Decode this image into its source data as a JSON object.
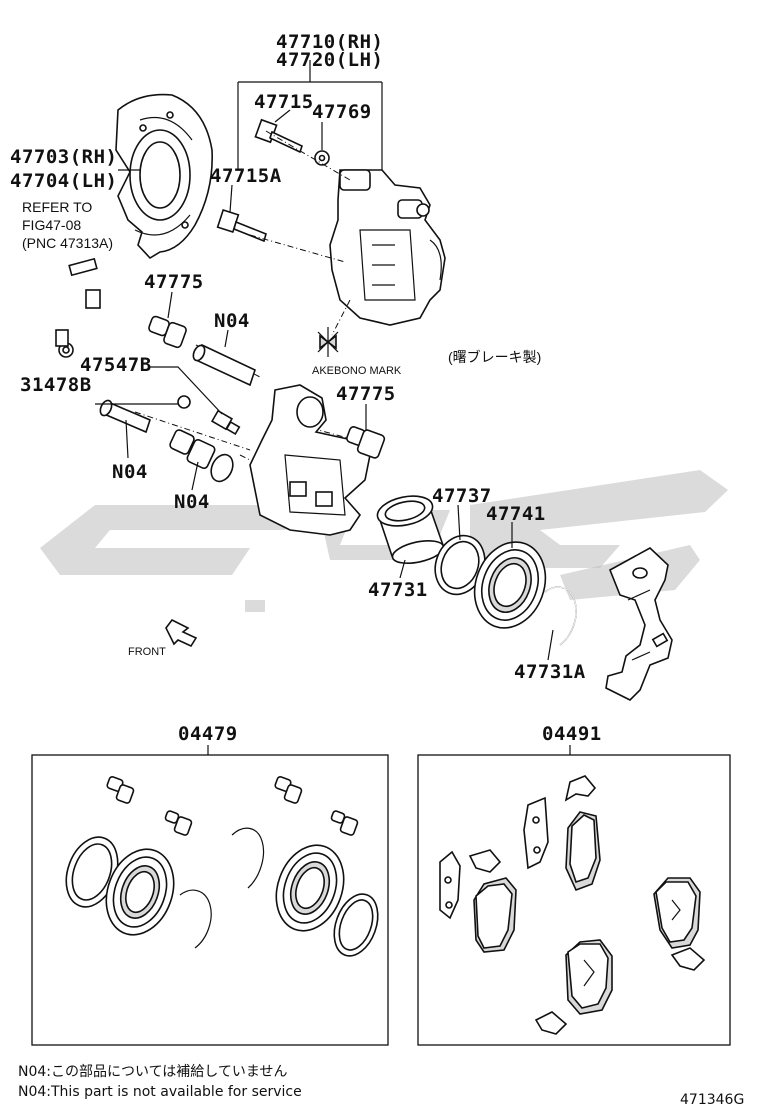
{
  "labels": {
    "p47710": "47710(RH)",
    "p47720": "47720(LH)",
    "p47715": "47715",
    "p47769": "47769",
    "p47703": "47703(RH)",
    "p47704": "47704(LH)",
    "p47715A": "47715A",
    "refer_to": "REFER TO",
    "fig": "FIG47-08",
    "pnc": "(PNC 47313A)",
    "p47775_top": "47775",
    "n04_pin": "N04",
    "p47547B": "47547B",
    "p31478B": "31478B",
    "p47775_mid": "47775",
    "n04_bolt": "N04",
    "n04_boot": "N04",
    "akebono_mark": "AKEBONO MARK",
    "jp_maker": "(曙ブレーキ製)",
    "p47737": "47737",
    "p47741": "47741",
    "p47731": "47731",
    "p47731A": "47731A",
    "front": "FRONT",
    "kit_left": "04479",
    "kit_right": "04491"
  },
  "notes": {
    "jp": "N04:この部品については補給していません",
    "en": "N04:This part is not available for service"
  },
  "figure_id": "471346G",
  "icons": {
    "front_arrow": "front-arrow-icon",
    "akebono": "akebono-mark-icon",
    "watermark": "watermark-logo"
  }
}
